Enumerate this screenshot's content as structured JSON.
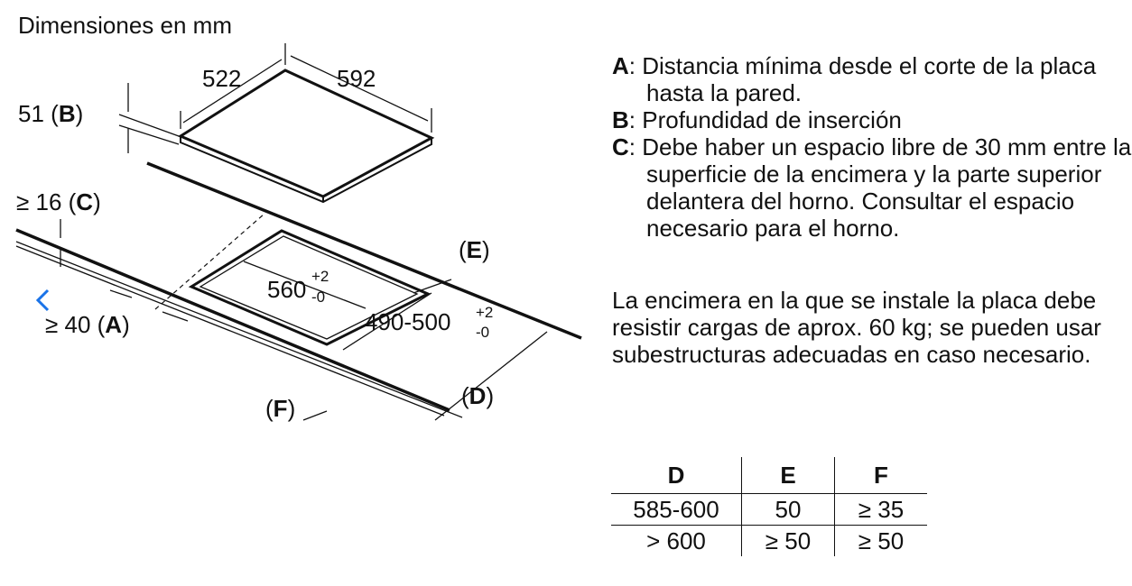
{
  "title": "Dimensiones en mm",
  "labels": {
    "dim_522": "522",
    "dim_592": "592",
    "dim_51": "51 (",
    "dim_51_key": "B",
    "dim_51_close": ")",
    "dim_16": "≥ 16 (",
    "dim_16_key": "C",
    "dim_16_close": ")",
    "dim_40": "≥ 40 (",
    "dim_40_key": "A",
    "dim_40_close": ")",
    "cut_560": "560",
    "cut_560_sup": "+2",
    "cut_560_sub": "-0",
    "cut_490": "490-500",
    "cut_490_sup": "+2",
    "cut_490_sub": "-0",
    "dim_e": "(",
    "dim_e_key": "E",
    "dim_e_close": ")",
    "dim_d": "(",
    "dim_d_key": "D",
    "dim_d_close": ")",
    "dim_f": "(",
    "dim_f_key": "F",
    "dim_f_close": ")"
  },
  "legend": [
    {
      "key": "A",
      "text": ": Distancia mínima desde el corte de la placa hasta la pared."
    },
    {
      "key": "B",
      "text": ": Profundidad de inserción"
    },
    {
      "key": "C",
      "text": ": Debe haber un espacio libre de 30 mm entre la superficie de la encimera y la parte superior delantera del horno. Consultar el espacio necesario para el horno."
    }
  ],
  "note": "La encimera en la que se instale la placa debe resistir cargas de aprox. 60 kg; se pueden usar subestructuras adecuadas en caso necesario.",
  "table": {
    "headers": [
      "D",
      "E",
      "F"
    ],
    "rows": [
      [
        "585-600",
        "50",
        "≥ 35"
      ],
      [
        "> 600",
        "≥ 50",
        "≥ 50"
      ]
    ]
  },
  "colors": {
    "line": "#111111",
    "nav_accent": "#1a73e8"
  },
  "icons": {
    "nav": "chevron-left-icon"
  }
}
